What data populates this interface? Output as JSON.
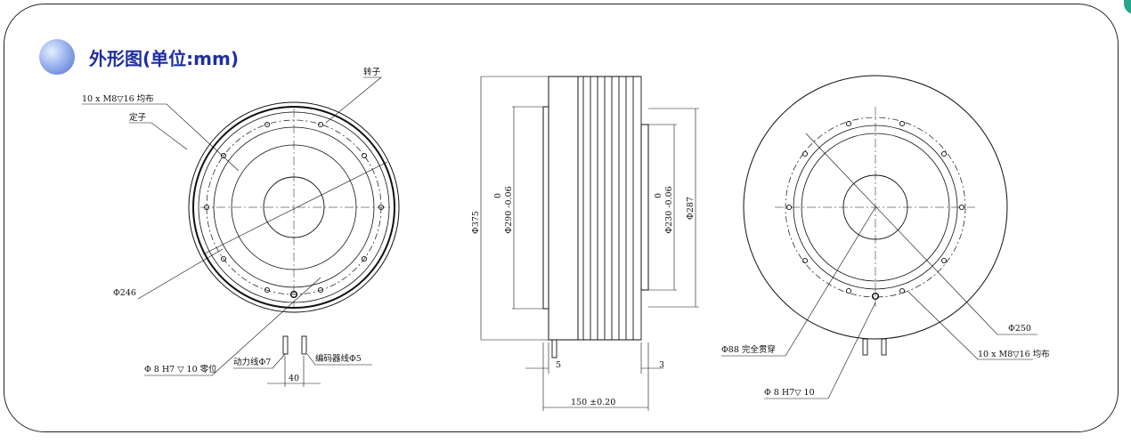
{
  "title": "外形图(单位:mm)",
  "accent_color": "#1f2fa0",
  "frame_color": "#222222",
  "corner_mark_color": "#26a68a",
  "front_view": {
    "rotor_label": "转子",
    "stator_label": "定子",
    "bolt_note": "10 x  M8▽16 均布",
    "dia_246": "Φ246",
    "pin_note": "Φ 8 H7 ▽ 10  零位",
    "power_cable": "动力线Φ7",
    "encoder_cable": "编码器线Φ5",
    "spacing_40": "40"
  },
  "side_view": {
    "dia_375": "Φ375",
    "dia_290": "Φ290 -0.06",
    "tol_290": "0",
    "dia_230": "Φ230 -0.06",
    "tol_230": "0",
    "dia_287": "Φ287",
    "dim_5": "5",
    "dim_3": "3",
    "length_150": "150  ±0.20"
  },
  "rear_view": {
    "dia_250": "Φ250",
    "bolt_note": "10 x  M8▽16 均布",
    "through_hole": "Φ88 完全贯穿",
    "pin_note": "Φ 8  H7▽ 10"
  }
}
